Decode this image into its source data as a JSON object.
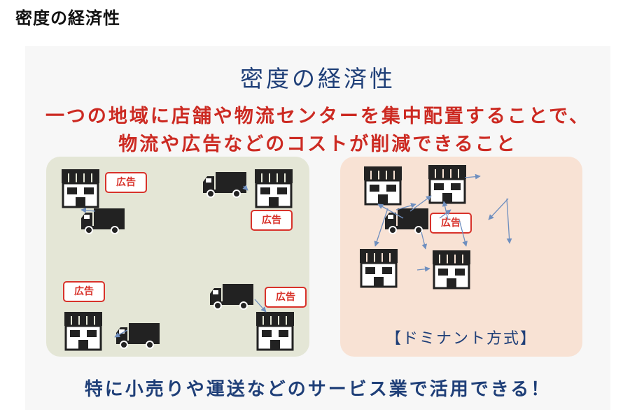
{
  "header": {
    "title": "密度の経済性"
  },
  "slide": {
    "title": "密度の経済性",
    "description_line1": "一つの地域に店舗や物流センターを集中配置することで、",
    "description_line2": "物流や広告などのコストが削減できること",
    "dominant_label": "【ドミナント方式】",
    "footer": "特に小売りや運送などのサービス業で活用できる！",
    "ad_label": "広告"
  },
  "colors": {
    "title_blue": "#1f3f78",
    "red": "#cc2a22",
    "left_panel": "#e4e6d6",
    "right_panel": "#f8e2d4",
    "arrow": "#6f8fbf"
  }
}
